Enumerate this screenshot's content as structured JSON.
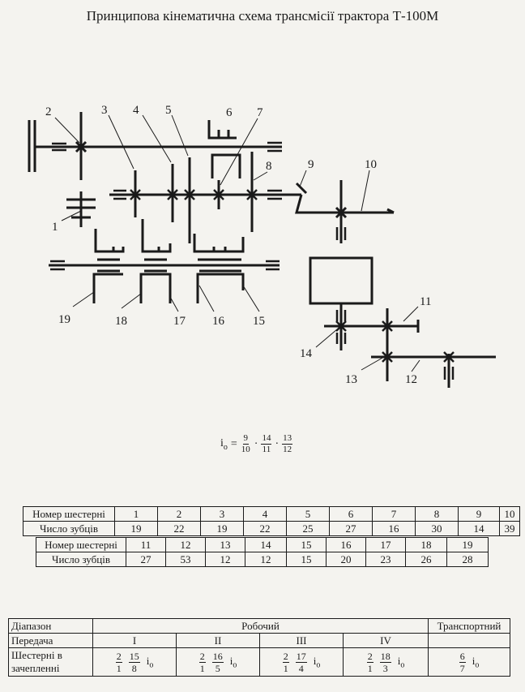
{
  "title": "Принципова кінематична схема трансмісії трактора Т-100М",
  "labels": {
    "l1": "1",
    "l2": "2",
    "l3": "3",
    "l4": "4",
    "l5": "5",
    "l6": "6",
    "l7": "7",
    "l8": "8",
    "l9": "9",
    "l10": "10",
    "l11": "11",
    "l12": "12",
    "l13": "13",
    "l14": "14",
    "l15": "15",
    "l16": "16",
    "l17": "17",
    "l18": "18",
    "l19": "19"
  },
  "formula": {
    "lhs": "i",
    "lhs_sub": "o",
    "eq": "=",
    "f1_num": "9",
    "f1_den": "10",
    "f2_num": "14",
    "f2_den": "11",
    "f3_num": "13",
    "f3_den": "12",
    "dot": "·"
  },
  "table1": {
    "row1_head": "Номер шестерні",
    "row2_head": "Число зубців",
    "gears": [
      "1",
      "2",
      "3",
      "4",
      "5",
      "6",
      "7",
      "8",
      "9",
      "10"
    ],
    "teeth": [
      "19",
      "22",
      "19",
      "22",
      "25",
      "27",
      "16",
      "30",
      "14",
      "39"
    ]
  },
  "table2": {
    "row1_head": "Номер шестерні",
    "row2_head": "Число зубців",
    "gears": [
      "11",
      "12",
      "13",
      "14",
      "15",
      "16",
      "17",
      "18",
      "19"
    ],
    "teeth": [
      "27",
      "53",
      "12",
      "12",
      "15",
      "20",
      "23",
      "26",
      "28"
    ]
  },
  "table3": {
    "range_head": "Діапазон",
    "working": "Робочий",
    "transport": "Транспортний",
    "gear_head": "Передача",
    "gears": [
      "I",
      "II",
      "III",
      "IV"
    ],
    "mesh_head_1": "Шестерні в",
    "mesh_head_2": "зачепленні",
    "mesh": [
      {
        "a_num": "2",
        "a_den": "1",
        "b_num": "15",
        "b_den": "8"
      },
      {
        "a_num": "2",
        "a_den": "1",
        "b_num": "16",
        "b_den": "5"
      },
      {
        "a_num": "2",
        "a_den": "1",
        "b_num": "17",
        "b_den": "4"
      },
      {
        "a_num": "2",
        "a_den": "1",
        "b_num": "18",
        "b_den": "3"
      }
    ],
    "transport_mesh": {
      "num": "6",
      "den": "7"
    },
    "io": "i",
    "io_sub": "o"
  }
}
